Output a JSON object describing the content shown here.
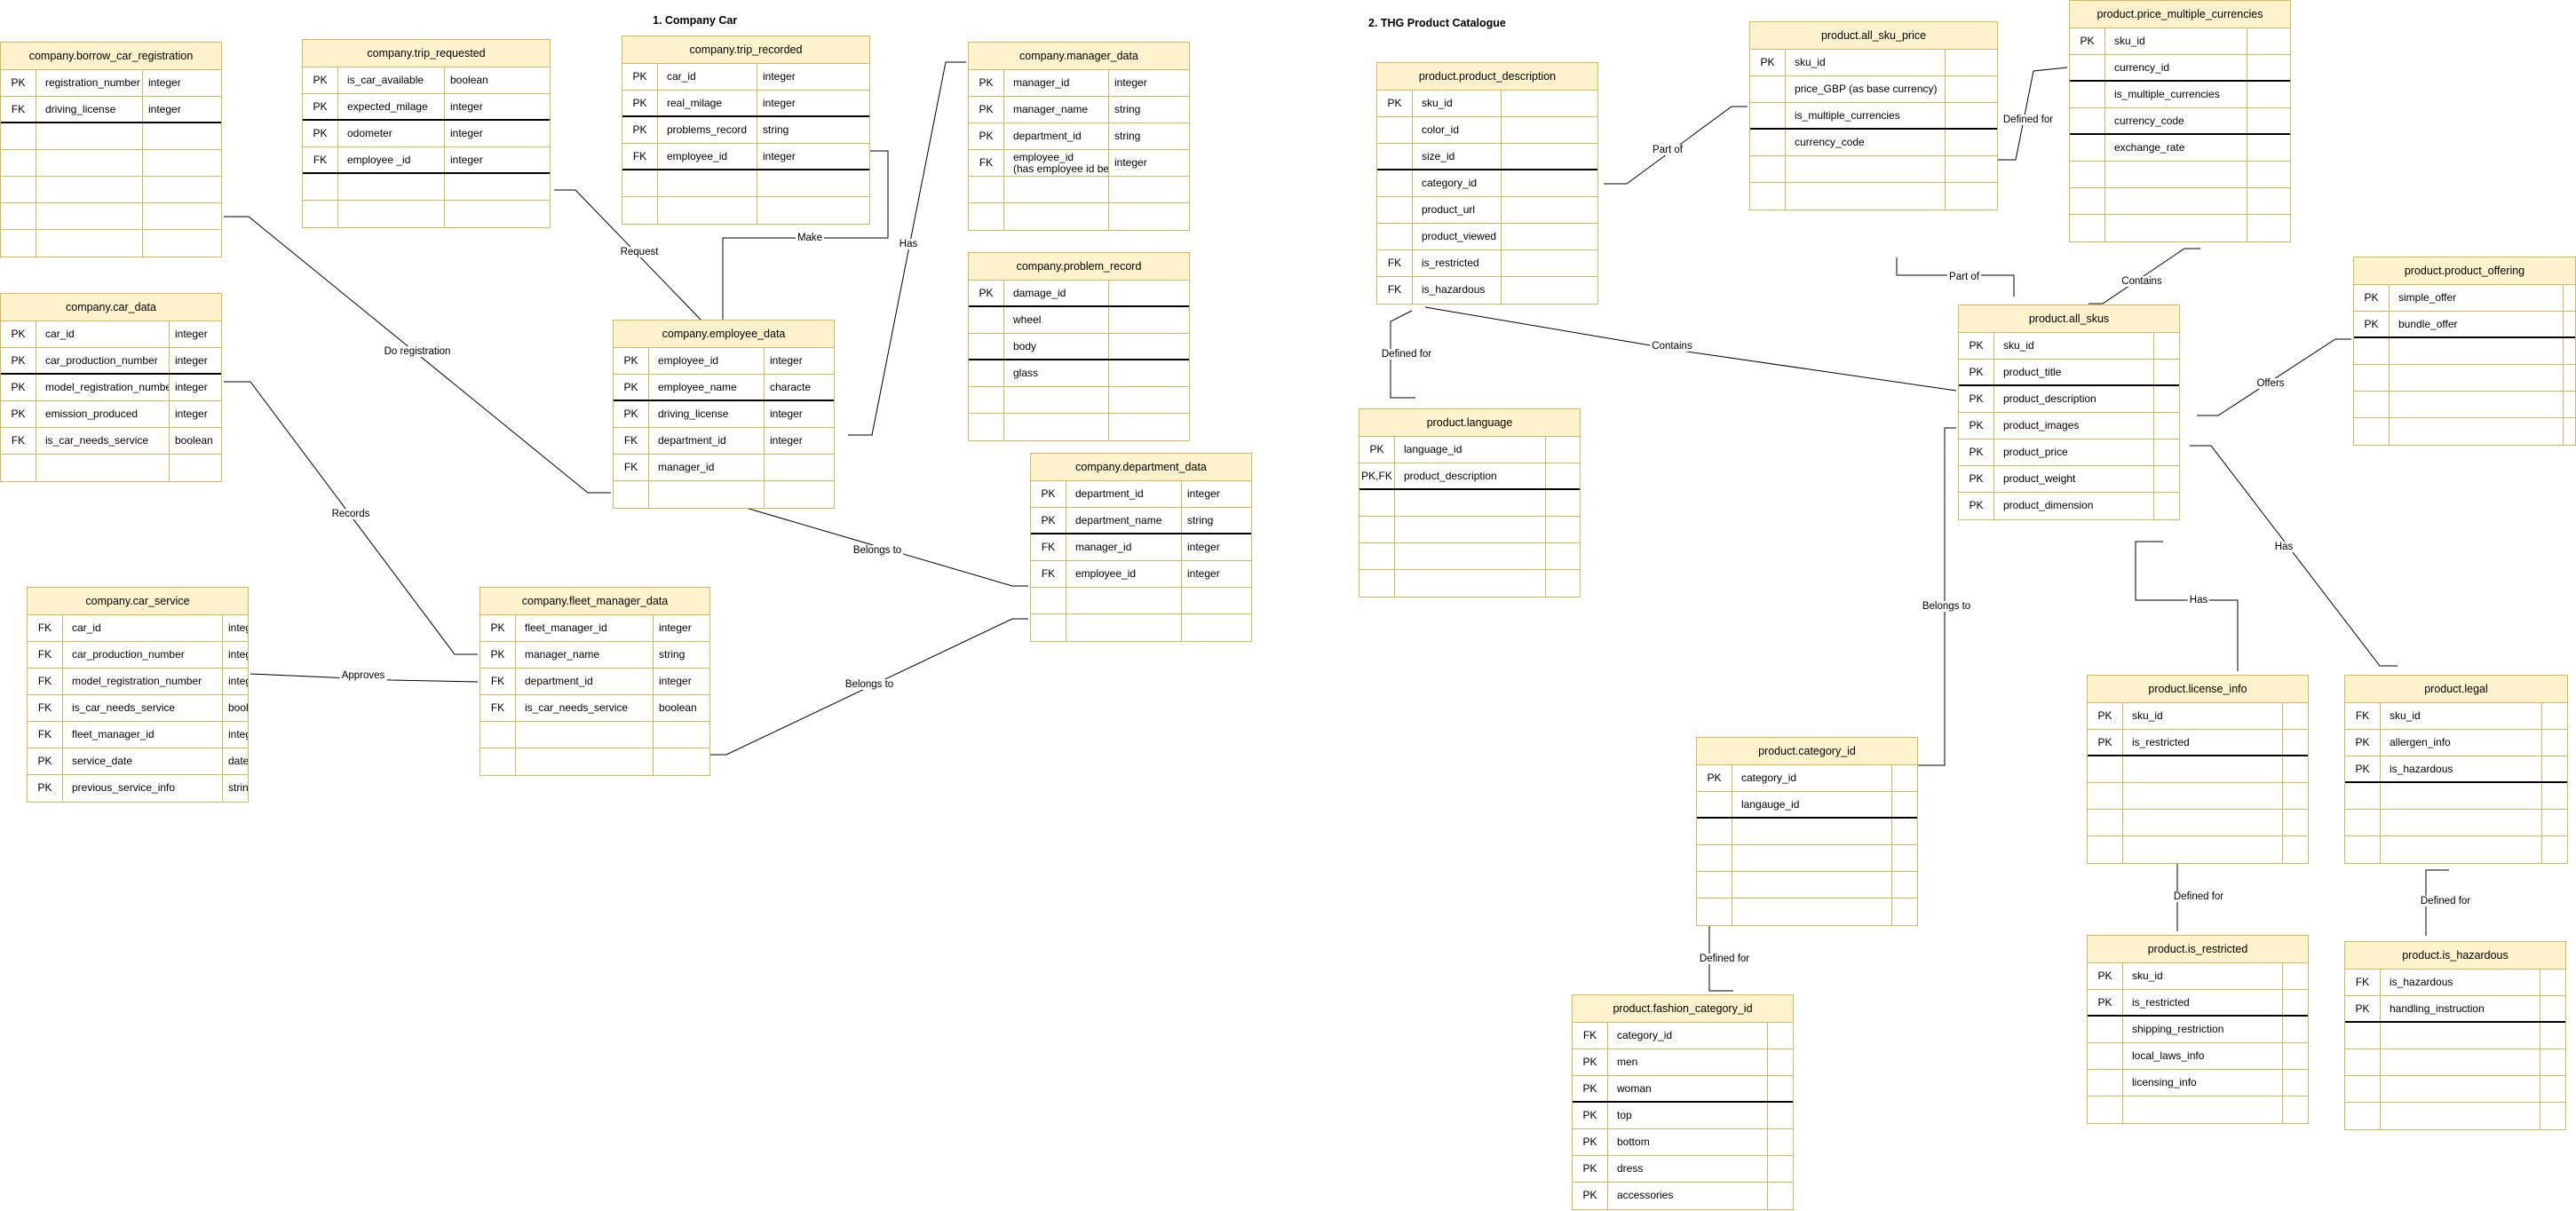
{
  "sections": [
    "1. Company Car",
    "2. THG Product Catalogue"
  ],
  "tables": [
    {
      "id": "borrow_car",
      "name": "company.borrow_car_registration",
      "rows": [
        [
          "PK",
          "registration_number",
          "integer"
        ],
        [
          "FK",
          "driving_license",
          "integer"
        ],
        [
          "",
          "",
          ""
        ],
        [
          "",
          "",
          ""
        ],
        [
          "",
          "",
          ""
        ],
        [
          "",
          "",
          ""
        ],
        [
          "",
          "",
          ""
        ]
      ]
    },
    {
      "id": "trip_requested",
      "name": "company.trip_requested",
      "rows": [
        [
          "PK",
          "is_car_available",
          "boolean"
        ],
        [
          "PK",
          "expected_milage",
          "integer"
        ],
        [
          "PK",
          "odometer",
          "integer"
        ],
        [
          "FK",
          "employee _id",
          "integer"
        ],
        [
          "",
          "",
          ""
        ],
        [
          "",
          "",
          ""
        ]
      ]
    },
    {
      "id": "trip_recorded",
      "name": "company.trip_recorded",
      "rows": [
        [
          "PK",
          "car_id",
          "integer"
        ],
        [
          "PK",
          "real_milage",
          "integer"
        ],
        [
          "PK",
          "problems_record",
          "string"
        ],
        [
          "FK",
          "employee_id",
          "integer"
        ],
        [
          "",
          "",
          ""
        ],
        [
          "",
          "",
          ""
        ]
      ]
    },
    {
      "id": "manager_data",
      "name": "company.manager_data",
      "rows": [
        [
          "PK",
          "manager_id",
          "integer"
        ],
        [
          "PK",
          "manager_name",
          "string"
        ],
        [
          "PK",
          "department_id",
          "string"
        ],
        [
          "FK",
          "employee_id\n(has employee id because m",
          "integer"
        ],
        [
          "",
          "",
          ""
        ],
        [
          "",
          "",
          ""
        ]
      ]
    },
    {
      "id": "problem_record",
      "name": "company.problem_record",
      "rows": [
        [
          "PK",
          "damage_id",
          ""
        ],
        [
          "",
          "wheel",
          ""
        ],
        [
          "",
          "body",
          ""
        ],
        [
          "",
          "glass",
          ""
        ],
        [
          "",
          "",
          ""
        ],
        [
          "",
          "",
          ""
        ]
      ]
    },
    {
      "id": "car_data",
      "name": "company.car_data",
      "rows": [
        [
          "PK",
          "car_id",
          "integer"
        ],
        [
          "PK",
          "car_production_number",
          "integer"
        ],
        [
          "PK",
          "model_registration_number",
          "integer"
        ],
        [
          "PK",
          "emission_produced",
          "integer"
        ],
        [
          "FK",
          "is_car_needs_service",
          "boolean"
        ],
        [
          "",
          "",
          ""
        ]
      ]
    },
    {
      "id": "employee_data",
      "name": "company.employee_data",
      "rows": [
        [
          "PK",
          "employee_id",
          "integer"
        ],
        [
          "PK",
          "employee_name",
          "characte"
        ],
        [
          "PK",
          "driving_license",
          "integer"
        ],
        [
          "FK",
          "department_id",
          "integer"
        ],
        [
          "FK",
          "manager_id",
          ""
        ],
        [
          "",
          "",
          ""
        ]
      ]
    },
    {
      "id": "department_data",
      "name": "company.department_data",
      "rows": [
        [
          "PK",
          "department_id",
          "integer"
        ],
        [
          "PK",
          "department_name",
          "string"
        ],
        [
          "FK",
          "manager_id",
          "integer"
        ],
        [
          "FK",
          "employee_id",
          "integer"
        ],
        [
          "",
          "",
          ""
        ],
        [
          "",
          "",
          ""
        ]
      ]
    },
    {
      "id": "car_service",
      "name": "company.car_service",
      "rows": [
        [
          "FK",
          "car_id",
          "integer"
        ],
        [
          "FK",
          "car_production_number",
          "integer"
        ],
        [
          "FK",
          "model_registration_number",
          "integer"
        ],
        [
          "FK",
          "is_car_needs_service",
          "boolean"
        ],
        [
          "FK",
          "fleet_manager_id",
          "integer"
        ],
        [
          "PK",
          "service_date",
          "date"
        ],
        [
          "PK",
          "previous_service_info",
          "string"
        ]
      ]
    },
    {
      "id": "fleet_manager",
      "name": "company.fleet_manager_data",
      "rows": [
        [
          "PK",
          "fleet_manager_id",
          "integer"
        ],
        [
          "PK",
          "manager_name",
          "string"
        ],
        [
          "FK",
          "department_id",
          "integer"
        ],
        [
          "FK",
          "is_car_needs_service",
          "boolean"
        ],
        [
          "",
          "",
          ""
        ],
        [
          "",
          "",
          ""
        ]
      ]
    },
    {
      "id": "product_description",
      "name": "product.product_description",
      "rows": [
        [
          "PK",
          "sku_id",
          ""
        ],
        [
          "",
          "color_id",
          ""
        ],
        [
          "",
          "size_id",
          ""
        ],
        [
          "",
          "category_id",
          ""
        ],
        [
          "",
          "product_url",
          ""
        ],
        [
          "",
          "product_viewed",
          ""
        ],
        [
          "FK",
          "is_restricted",
          ""
        ],
        [
          "FK",
          "is_hazardous",
          ""
        ]
      ]
    },
    {
      "id": "all_sku_price",
      "name": "product.all_sku_price",
      "rows": [
        [
          "PK",
          "sku_id",
          ""
        ],
        [
          "",
          "price_GBP (as base currency)",
          ""
        ],
        [
          "",
          "is_multiple_currencies",
          ""
        ],
        [
          "",
          "currency_code",
          ""
        ],
        [
          "",
          "",
          ""
        ],
        [
          "",
          "",
          ""
        ]
      ]
    },
    {
      "id": "price_multiple",
      "name": "product.price_multiple_currencies",
      "rows": [
        [
          "PK",
          "sku_id",
          ""
        ],
        [
          "",
          "currency_id",
          ""
        ],
        [
          "",
          "is_multiple_currencies",
          ""
        ],
        [
          "",
          "currency_code",
          ""
        ],
        [
          "",
          "exchange_rate",
          ""
        ],
        [
          "",
          "",
          ""
        ],
        [
          "",
          "",
          ""
        ],
        [
          "",
          "",
          ""
        ]
      ]
    },
    {
      "id": "product_offering",
      "name": "product.product_offering",
      "rows": [
        [
          "PK",
          "simple_offer",
          ""
        ],
        [
          "PK",
          "bundle_offer",
          ""
        ],
        [
          "",
          "",
          ""
        ],
        [
          "",
          "",
          ""
        ],
        [
          "",
          "",
          ""
        ],
        [
          "",
          "",
          ""
        ]
      ]
    },
    {
      "id": "language",
      "name": "product.language",
      "rows": [
        [
          "PK",
          "language_id",
          ""
        ],
        [
          "PK,FK",
          "product_description",
          ""
        ],
        [
          "",
          "",
          ""
        ],
        [
          "",
          "",
          ""
        ],
        [
          "",
          "",
          ""
        ],
        [
          "",
          "",
          ""
        ]
      ]
    },
    {
      "id": "all_skus",
      "name": "product.all_skus",
      "rows": [
        [
          "PK",
          "sku_id",
          ""
        ],
        [
          "PK",
          "product_title",
          ""
        ],
        [
          "PK",
          "product_description",
          ""
        ],
        [
          "PK",
          "product_images",
          ""
        ],
        [
          "PK",
          "product_price",
          ""
        ],
        [
          "PK",
          "product_weight",
          ""
        ],
        [
          "PK",
          "product_dimension",
          ""
        ]
      ]
    },
    {
      "id": "category_id",
      "name": "product.category_id",
      "rows": [
        [
          "PK",
          "category_id",
          ""
        ],
        [
          "",
          "langauge_id",
          ""
        ],
        [
          "",
          "",
          ""
        ],
        [
          "",
          "",
          ""
        ],
        [
          "",
          "",
          ""
        ],
        [
          "",
          "",
          ""
        ]
      ]
    },
    {
      "id": "license_info",
      "name": "product.license_info",
      "rows": [
        [
          "PK",
          "sku_id",
          ""
        ],
        [
          "PK",
          "is_restricted",
          ""
        ],
        [
          "",
          "",
          ""
        ],
        [
          "",
          "",
          ""
        ],
        [
          "",
          "",
          ""
        ],
        [
          "",
          "",
          ""
        ]
      ]
    },
    {
      "id": "legal",
      "name": "product.legal",
      "rows": [
        [
          "FK",
          "sku_id",
          ""
        ],
        [
          "PK",
          "allergen_info",
          ""
        ],
        [
          "PK",
          "is_hazardous",
          ""
        ],
        [
          "",
          "",
          ""
        ],
        [
          "",
          "",
          ""
        ],
        [
          "",
          "",
          ""
        ]
      ]
    },
    {
      "id": "fashion_category",
      "name": "product.fashion_category_id",
      "rows": [
        [
          "FK",
          "category_id",
          ""
        ],
        [
          "PK",
          "men",
          ""
        ],
        [
          "PK",
          "woman",
          ""
        ],
        [
          "PK",
          "top",
          ""
        ],
        [
          "PK",
          "bottom",
          ""
        ],
        [
          "PK",
          "dress",
          ""
        ],
        [
          "PK",
          "accessories",
          ""
        ]
      ]
    },
    {
      "id": "is_restricted",
      "name": "product.is_restricted",
      "rows": [
        [
          "PK",
          "sku_id",
          ""
        ],
        [
          "PK",
          "is_restricted",
          ""
        ],
        [
          "",
          "shipping_restriction",
          ""
        ],
        [
          "",
          "local_laws_info",
          ""
        ],
        [
          "",
          "licensing_info",
          ""
        ],
        [
          "",
          "",
          ""
        ]
      ]
    },
    {
      "id": "is_hazardous",
      "name": "product.is_hazardous",
      "rows": [
        [
          "FK",
          "is_hazardous",
          ""
        ],
        [
          "PK",
          "handling_instruction",
          ""
        ],
        [
          "",
          "",
          ""
        ],
        [
          "",
          "",
          ""
        ],
        [
          "",
          "",
          ""
        ],
        [
          "",
          "",
          ""
        ]
      ]
    }
  ],
  "relationship_labels": [
    "Do registration",
    "Request",
    "Make",
    "Has",
    "Records",
    "Approves",
    "Belongs to",
    "Belongs to",
    "Part of",
    "Defined for",
    "Part of",
    "Contains",
    "Contains",
    "Defined for",
    "Offers",
    "Belongs to",
    "Has",
    "Has",
    "Defined for",
    "Defined for",
    "Defined for"
  ]
}
